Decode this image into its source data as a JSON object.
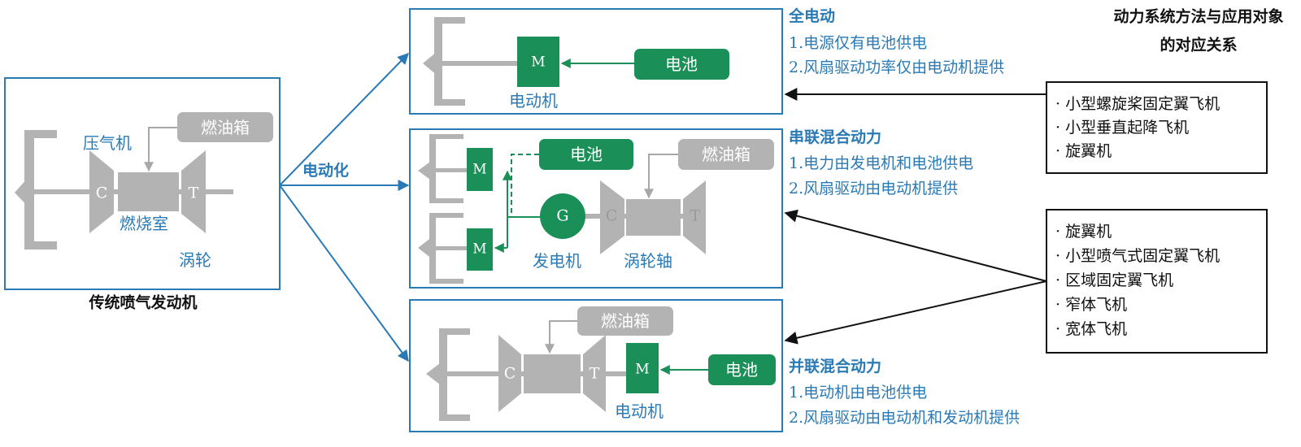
{
  "colors": {
    "blue": "#2a7ab5",
    "green": "#1a8f57",
    "gray": "#b3b3b3",
    "black": "#111111"
  },
  "traditional": {
    "caption": "传统喷气发动机",
    "compressor": "压气机",
    "fuel_tank": "燃油箱",
    "combustor": "燃烧室",
    "turbine": "涡轮",
    "c": "C",
    "t": "T"
  },
  "electrification": "电动化",
  "all_electric": {
    "title": "全电动",
    "line1": "1.电源仅有电池供电",
    "line2": "2.风扇驱动功率仅由电动机提供",
    "motor": "M",
    "motor_label": "电动机",
    "battery": "电池"
  },
  "series_hybrid": {
    "title": "串联混合动力",
    "line1": "1.电力由发电机和电池供电",
    "line2": "2.风扇驱动由电动机提供",
    "motor": "M",
    "battery": "电池",
    "fuel_tank": "燃油箱",
    "generator": "G",
    "generator_label": "发电机",
    "turboshaft_label": "涡轮轴",
    "c": "C",
    "t": "T"
  },
  "parallel_hybrid": {
    "title": "并联混合动力",
    "line1": "1.电动机由电池供电",
    "line2": "2.风扇驱动由电动机和发动机提供",
    "fuel_tank": "燃油箱",
    "motor": "M",
    "motor_label": "电动机",
    "battery": "电池",
    "c": "C",
    "t": "T"
  },
  "mapping": {
    "title_line1": "动力系统方法与应用对象",
    "title_line2": "的对应关系",
    "group1": [
      "· 小型螺旋桨固定翼飞机",
      "· 小型垂直起降飞机",
      "· 旋翼机"
    ],
    "group2": [
      "· 旋翼机",
      "· 小型喷气式固定翼飞机",
      "· 区域固定翼飞机",
      "· 窄体飞机",
      "· 宽体飞机"
    ]
  }
}
